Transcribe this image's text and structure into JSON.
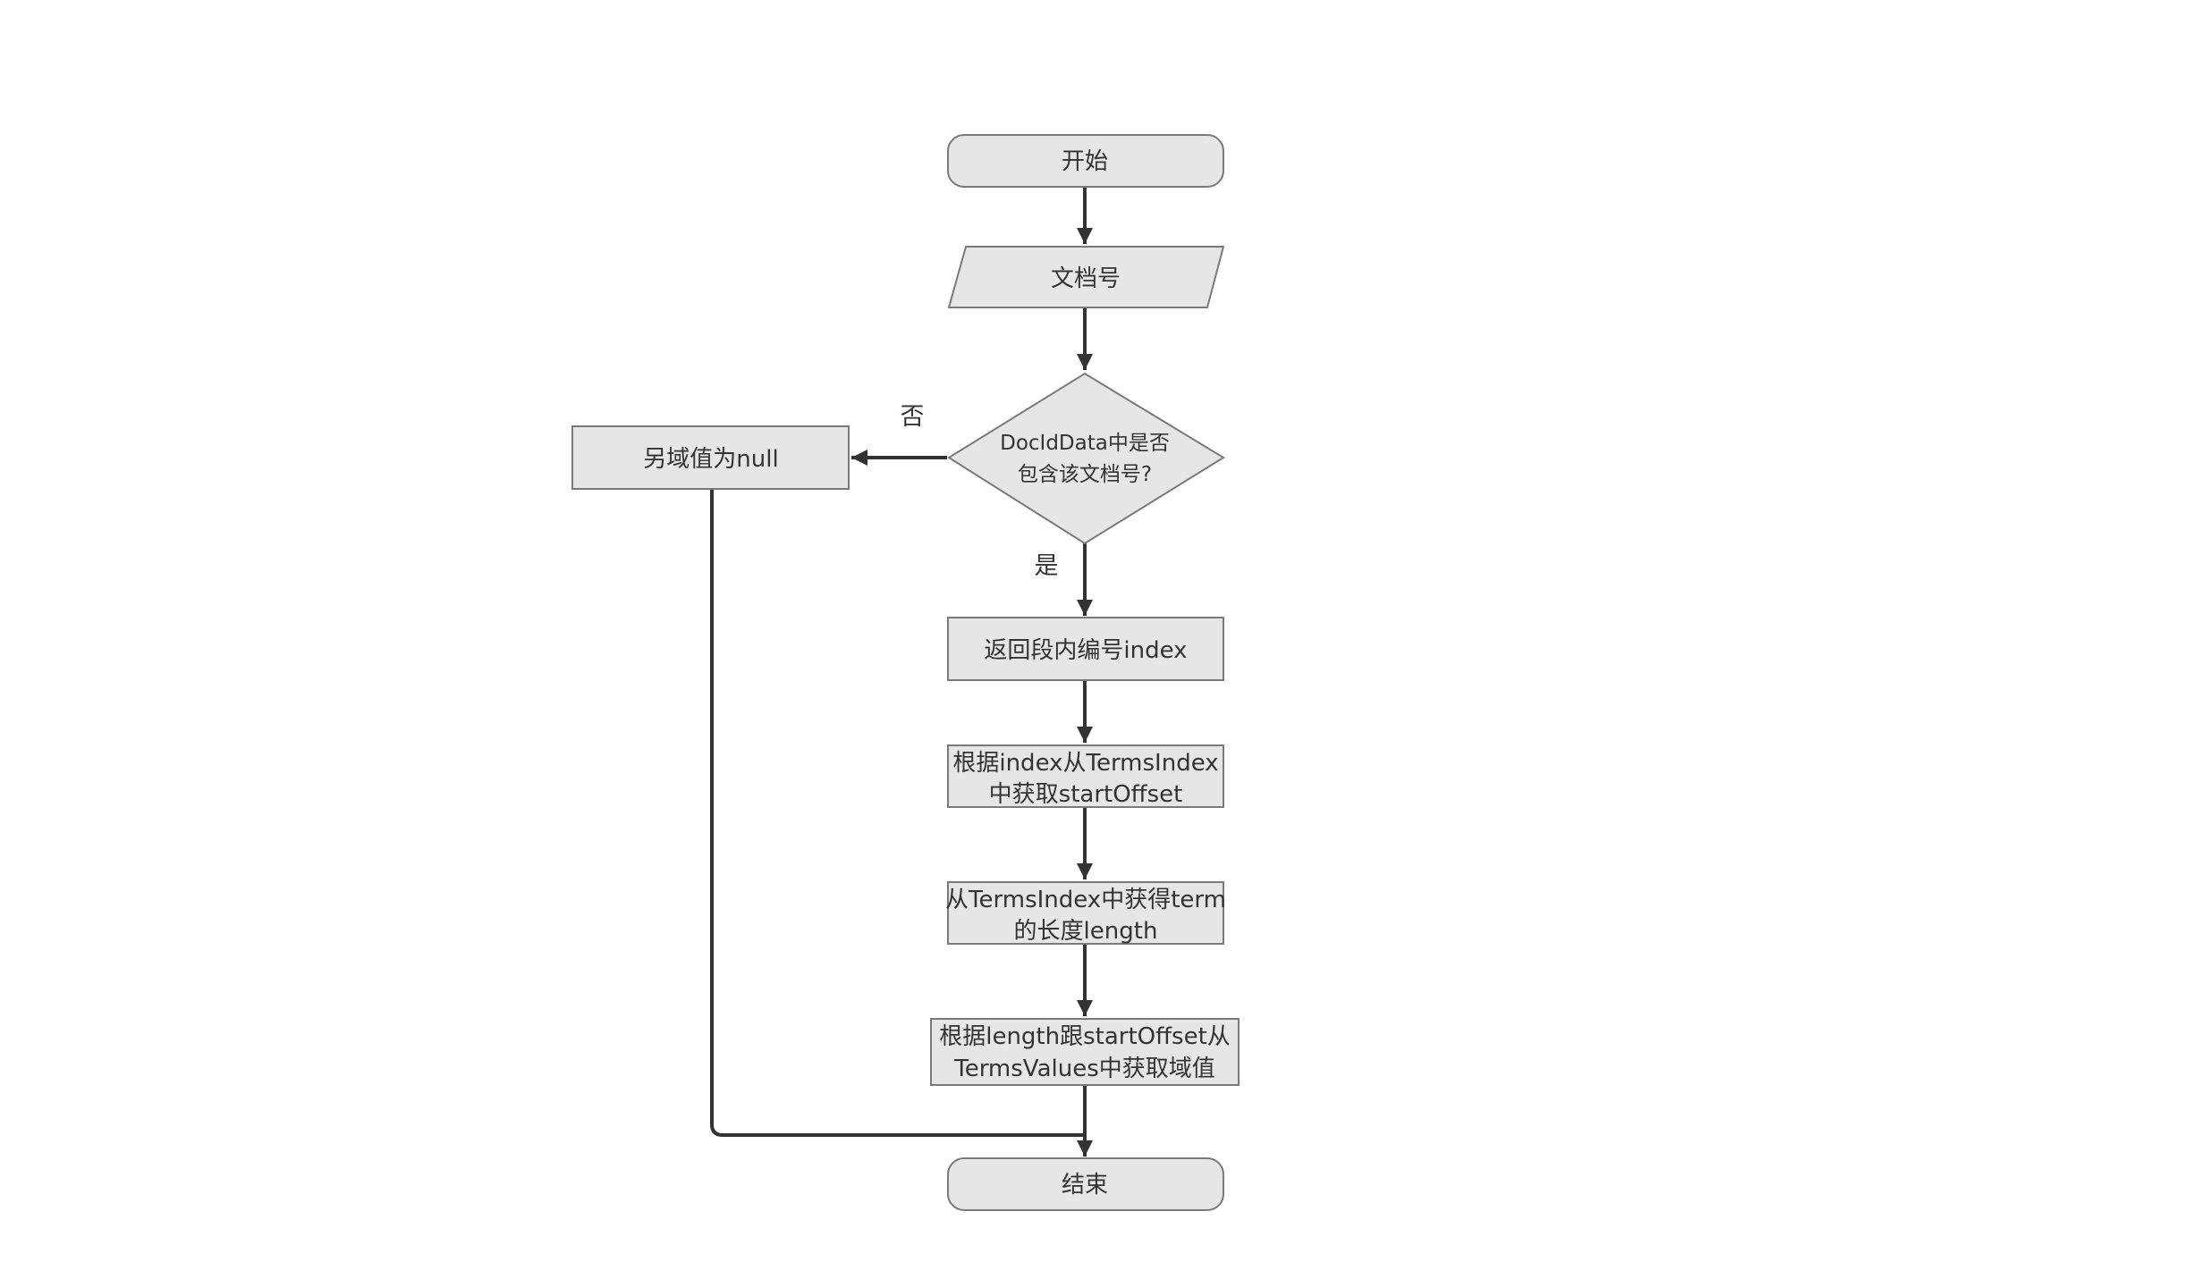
{
  "diagram": {
    "nodes": {
      "start": {
        "label": "开始"
      },
      "doc_id_input": {
        "label": "文档号"
      },
      "decision": {
        "line1": "DocIdData中是否",
        "line2": "包含该文档号?"
      },
      "null_value": {
        "label": "另域值为null"
      },
      "return_index": {
        "label": "返回段内编号index"
      },
      "get_start_offset": {
        "line1": "根据index从TermsIndex",
        "line2": "中获取startOffset"
      },
      "get_length": {
        "line1": "从TermsIndex中获得term",
        "line2": "的长度length"
      },
      "get_field_value": {
        "line1": "根据length跟startOffset从",
        "line2": "TermsValues中获取域值"
      },
      "end": {
        "label": "结束"
      }
    },
    "edge_labels": {
      "no": "否",
      "yes": "是"
    }
  }
}
